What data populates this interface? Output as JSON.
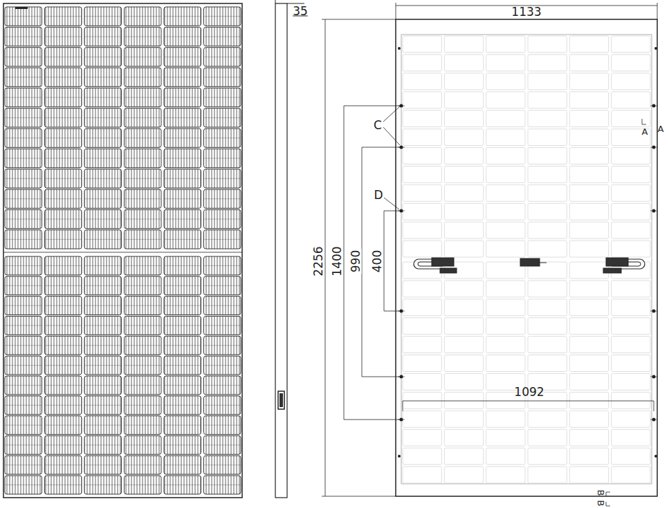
{
  "diagram": {
    "labels": [
      "35",
      "1133",
      "C",
      "D",
      "2256",
      "1400",
      "990",
      "400",
      "1092",
      "A",
      "A",
      "B",
      "B"
    ]
  }
}
